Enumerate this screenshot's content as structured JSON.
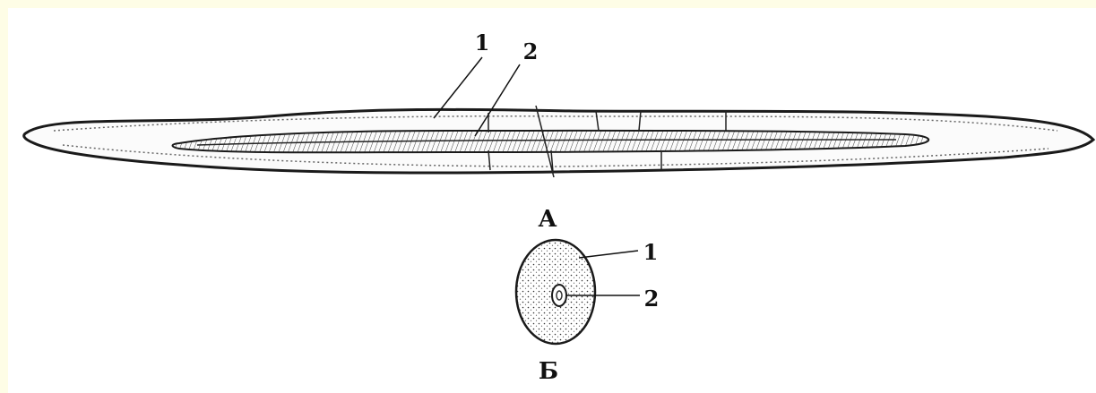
{
  "figure": {
    "longitudinal": {
      "caption": "А",
      "callouts": [
        "1",
        "2"
      ]
    },
    "cross_section": {
      "caption": "Б",
      "callouts": [
        "1",
        "2"
      ]
    }
  }
}
